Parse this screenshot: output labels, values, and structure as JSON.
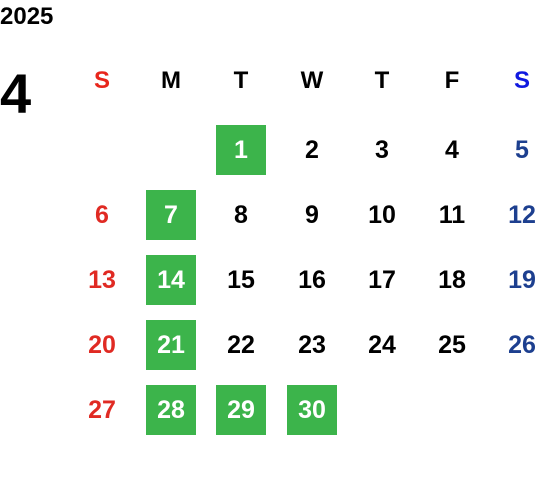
{
  "year": "2025",
  "month": "4",
  "weekdays": [
    {
      "label": "S",
      "type": "sun"
    },
    {
      "label": "M",
      "type": "wk"
    },
    {
      "label": "T",
      "type": "wk"
    },
    {
      "label": "W",
      "type": "wk"
    },
    {
      "label": "T",
      "type": "wk"
    },
    {
      "label": "F",
      "type": "wk"
    },
    {
      "label": "S",
      "type": "sat"
    }
  ],
  "weeks": [
    [
      null,
      null,
      {
        "day": "1",
        "highlight": true
      },
      {
        "day": "2"
      },
      {
        "day": "3"
      },
      {
        "day": "4"
      },
      {
        "day": "5"
      }
    ],
    [
      {
        "day": "6"
      },
      {
        "day": "7",
        "highlight": true
      },
      {
        "day": "8"
      },
      {
        "day": "9"
      },
      {
        "day": "10"
      },
      {
        "day": "11"
      },
      {
        "day": "12"
      }
    ],
    [
      {
        "day": "13"
      },
      {
        "day": "14",
        "highlight": true
      },
      {
        "day": "15"
      },
      {
        "day": "16"
      },
      {
        "day": "17"
      },
      {
        "day": "18"
      },
      {
        "day": "19"
      }
    ],
    [
      {
        "day": "20"
      },
      {
        "day": "21",
        "highlight": true
      },
      {
        "day": "22"
      },
      {
        "day": "23"
      },
      {
        "day": "24"
      },
      {
        "day": "25"
      },
      {
        "day": "26"
      }
    ],
    [
      {
        "day": "27"
      },
      {
        "day": "28",
        "highlight": true
      },
      {
        "day": "29",
        "highlight": true
      },
      {
        "day": "30",
        "highlight": true
      },
      null,
      null,
      null
    ]
  ],
  "colors": {
    "sunday": "#e02a23",
    "saturday": "#1d3f8f",
    "highlight": "#3cb44b"
  }
}
